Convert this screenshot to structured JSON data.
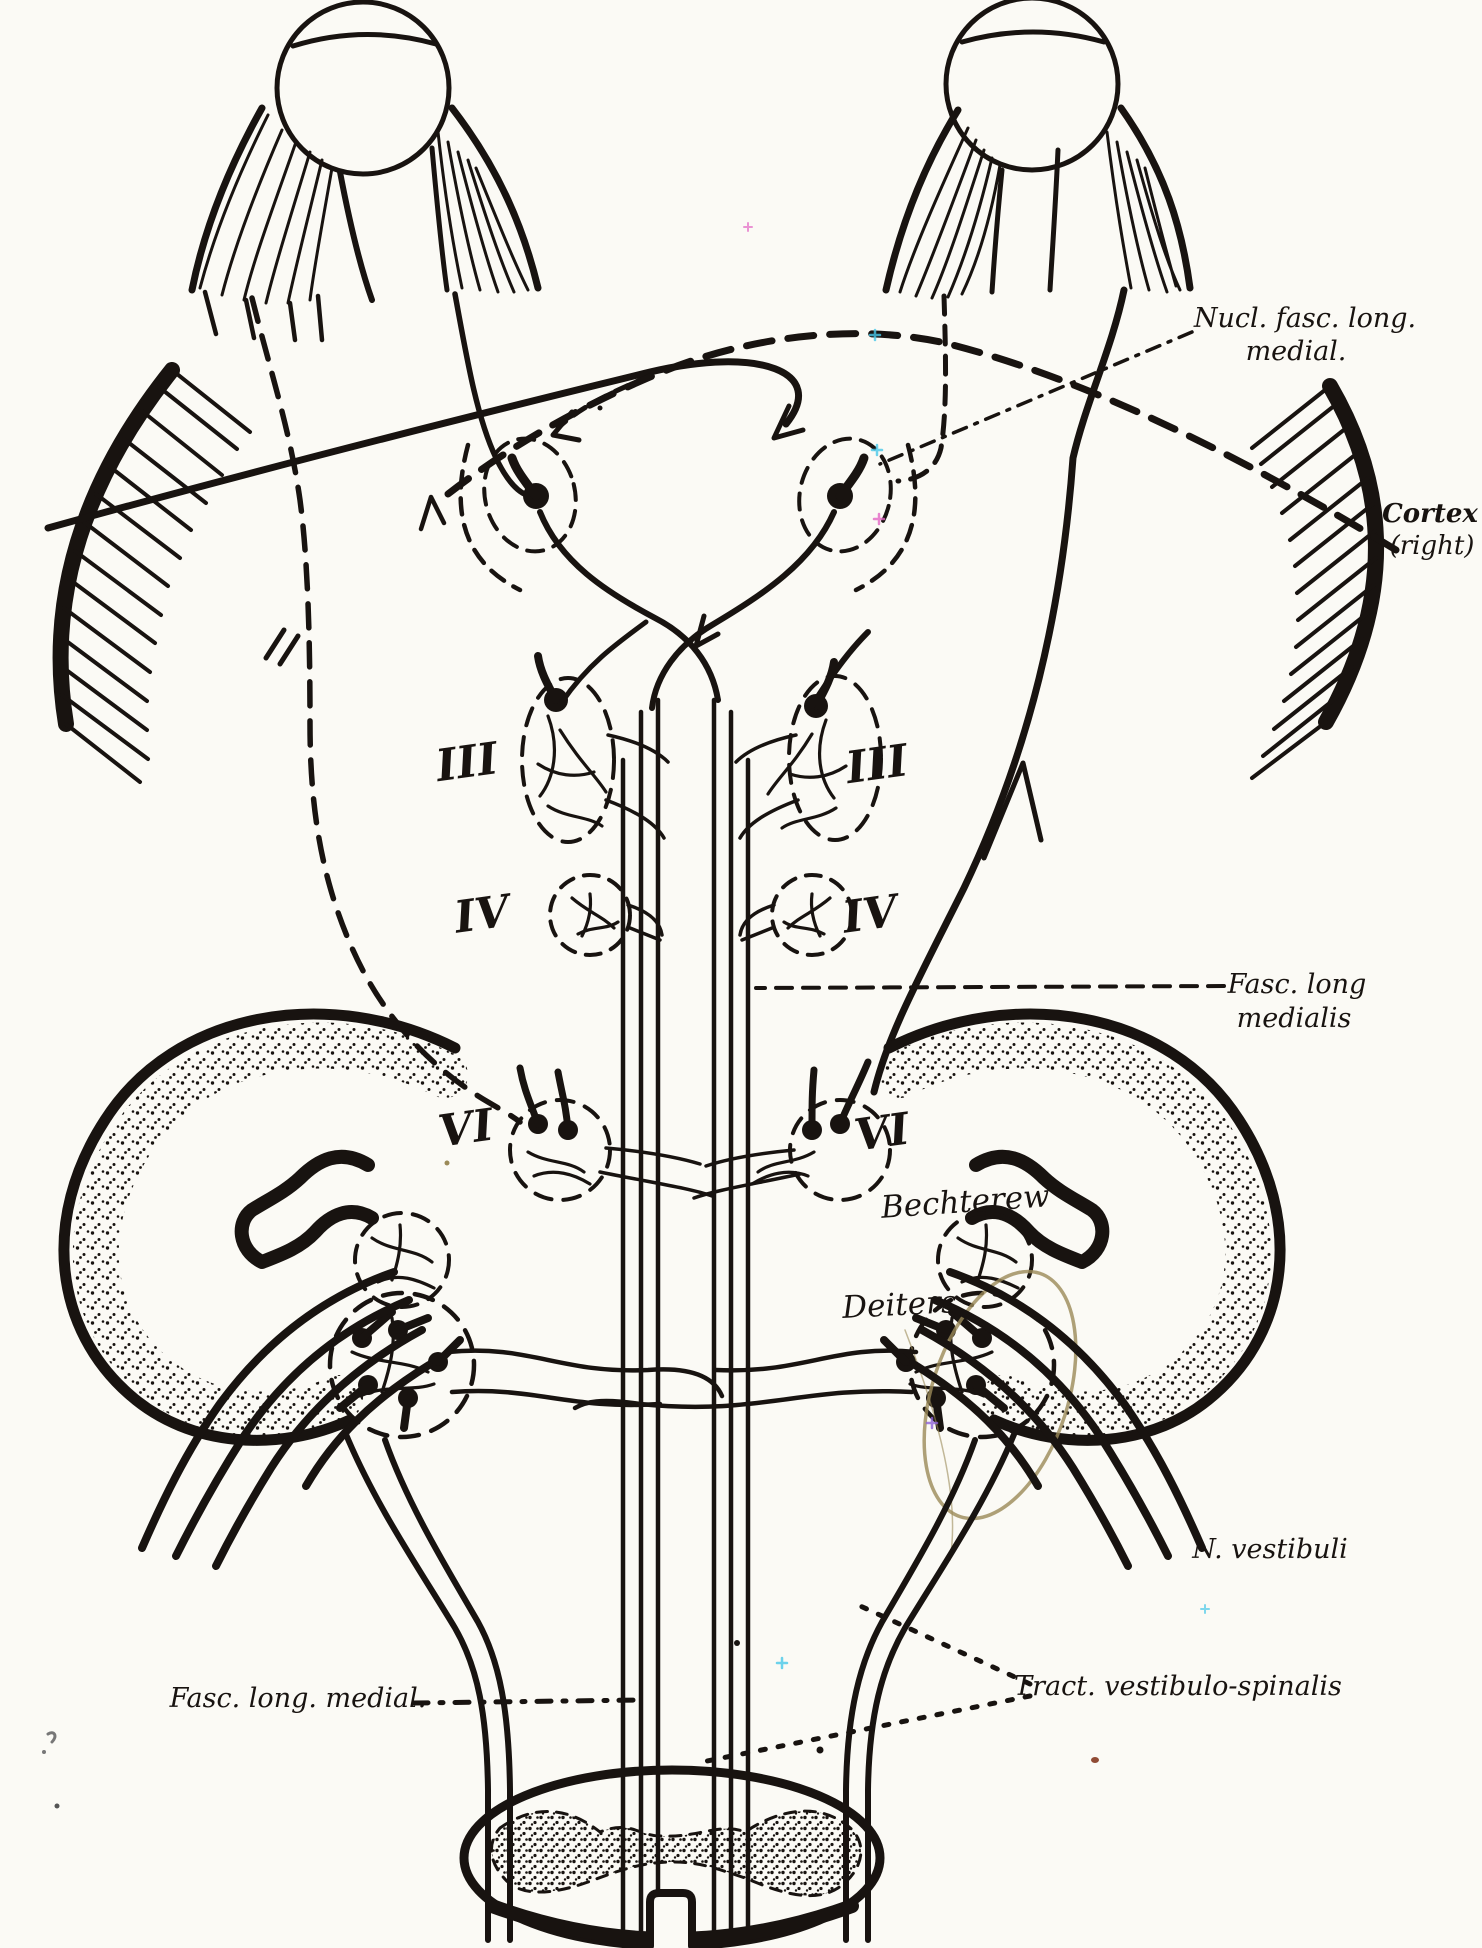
{
  "figure": {
    "description": "Hand-drawn neuroanatomical schema of the medial longitudinal fasciculus connecting eye-muscle nuclei, vestibular nuclei and cortex",
    "labels": {
      "nucl_fasc": {
        "line1": "Nucl. fasc. long.",
        "line2": "medial."
      },
      "cortex": {
        "line1": "Cortex",
        "line2": "(right)"
      },
      "fasc_medialis": {
        "line1": "Fasc. long",
        "line2": "medialis"
      },
      "bechterew": "Bechterew",
      "deiters": "Deiters",
      "n_vestibuli": "N. vestibuli",
      "fasc_medial_bottom": "Fasc. long. medial.",
      "tract_vs": "Tract. vestibulo-spinalis",
      "iii": "III",
      "iv": "IV",
      "vi": "VI"
    },
    "colors": {
      "paper": "#fbfaf5",
      "ink": "#181310",
      "tan": "#9b8a58",
      "cyan": "#49c8e8",
      "magenta": "#e366c4",
      "violet": "#8f63d8",
      "red": "#7c2b12"
    }
  }
}
